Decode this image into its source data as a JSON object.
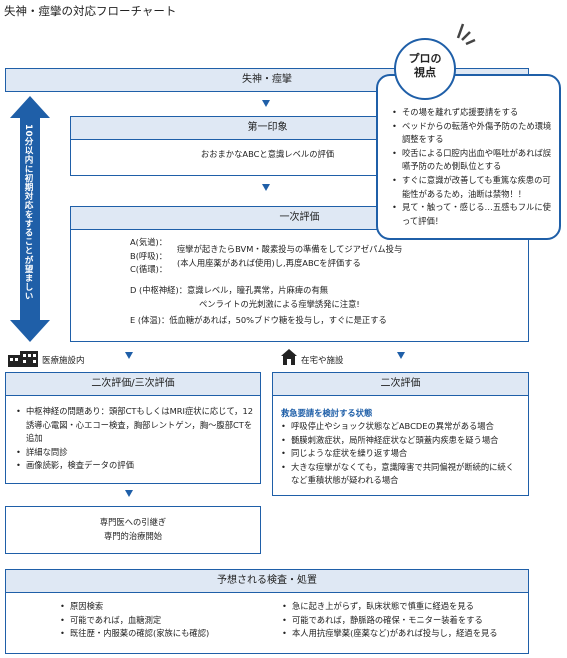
{
  "page_title": "失神・痙攣の対応フローチャート",
  "top_box": {
    "label": "失神・痙攣"
  },
  "first_impression": {
    "title": "第一印象",
    "body": "おおまかなABCと意識レベルの評価"
  },
  "primary_eval": {
    "title": "一次評価",
    "labels": [
      "A(気道)：",
      "B(呼吸)：",
      "C(循環)："
    ],
    "abc_text_1": "痙攣が起きたらBVM・酸素投与の準備をしてジアゼパム投与",
    "abc_text_2": "(本人用座薬があれば使用)し,再度ABCを評価する",
    "d_line": "D (中枢神経)：意識レベル，瞳孔異常，片麻痺の有無",
    "d_line_2": "ペンライトの光刺激による痙攣誘発に注意!",
    "e_line": "E (体温)：低血糖があれば，50%ブドウ糖を投与し，すぐに是正する"
  },
  "side_note": "10分以内に初期対応をすることが望ましい",
  "pro": {
    "badge_1": "プロの",
    "badge_2": "視点",
    "items": [
      "その場を離れず応援要請をする",
      "ベッドからの転落や外傷予防のため環境調整をする",
      "咬舌による口腔内出血や嘔吐があれば誤嚥予防のため側臥位とする",
      "すぐに意識が改善しても重篤な疾患の可能性があるため，油断は禁物！！",
      "見て・触って・感じる…五感もフルに使って評価！"
    ]
  },
  "hospital": {
    "location": "医療施設内",
    "title": "二次評価/三次評価",
    "items": [
      "中枢神経の問題あり：頭部CTもしくはMRI症状に応じて，12誘導心電図・心エコー検査，胸部レントゲン，胸～腹部CTを追加",
      "詳細な問診",
      "画像読影，検査データの評価"
    ]
  },
  "home": {
    "location": "在宅や施設",
    "title": "二次評価",
    "subhead": "救急要請を検討する状態",
    "items": [
      "呼吸停止やショック状態などABCDEの異常がある場合",
      "髄膜刺激症状，局所神経症状など頭蓋内疾患を疑う場合",
      "同じような症状を繰り返す場合",
      "大きな痙攣がなくても，意識障害で共同偏視が断続的に続くなど重積状態が疑われる場合"
    ]
  },
  "specialist": {
    "line_1": "専門医への引継ぎ",
    "line_2": "専門的治療開始"
  },
  "expected": {
    "title": "予想される検査・処置",
    "left_items": [
      "原因検索",
      "可能であれば，血糖測定",
      "既往歴・内服薬の確認(家族にも確認)"
    ],
    "right_items": [
      "急に起き上がらず，臥床状態で慎重に経過を見る",
      "可能であれば，静脈路の確保・モニター装着をする",
      "本人用抗痙攣薬(座薬など)があれば投与し，経過を見る"
    ]
  },
  "colors": {
    "accent": "#1f5fa8",
    "header_fill": "#dfe8f4",
    "highlight": "#1f5fa8"
  }
}
